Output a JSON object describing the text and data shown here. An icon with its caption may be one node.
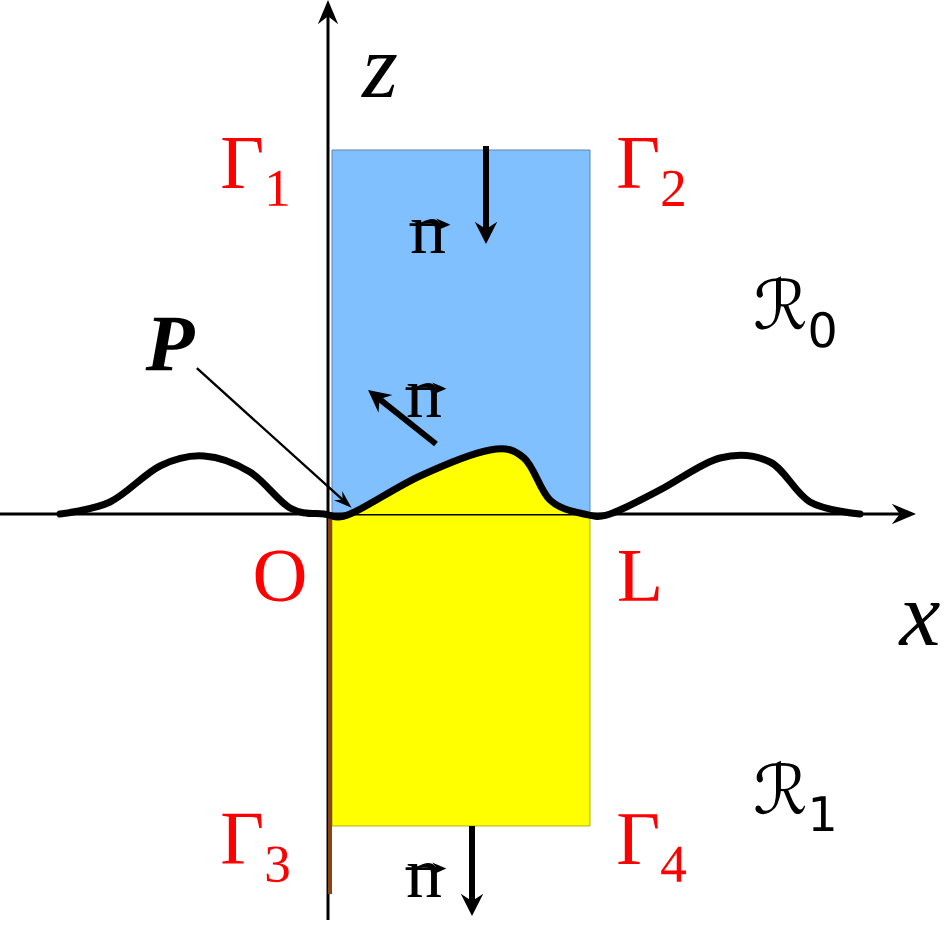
{
  "diagram": {
    "nodes": [
      {
        "text": [
          "P"
        ]
      },
      {
        "text": [],
        "shape": "curve"
      },
      {
        "text": [],
        "shape": "box"
      },
      {
        "text": [],
        "shape": "box"
      }
    ],
    "edges": [
      {
        "from": 0,
        "to": 1,
        "arrow": "to"
      }
    ],
    "labels": [
      "z",
      "Γ$_{1}$",
      "Γ$_{2}$",
      "n",
      "ℛ$_{0}$",
      "n",
      "O",
      "L",
      "x",
      "Γ$_{3}$",
      "Γ$_{4}$",
      "ℛ$_{1}$",
      "n"
    ]
  }
}
